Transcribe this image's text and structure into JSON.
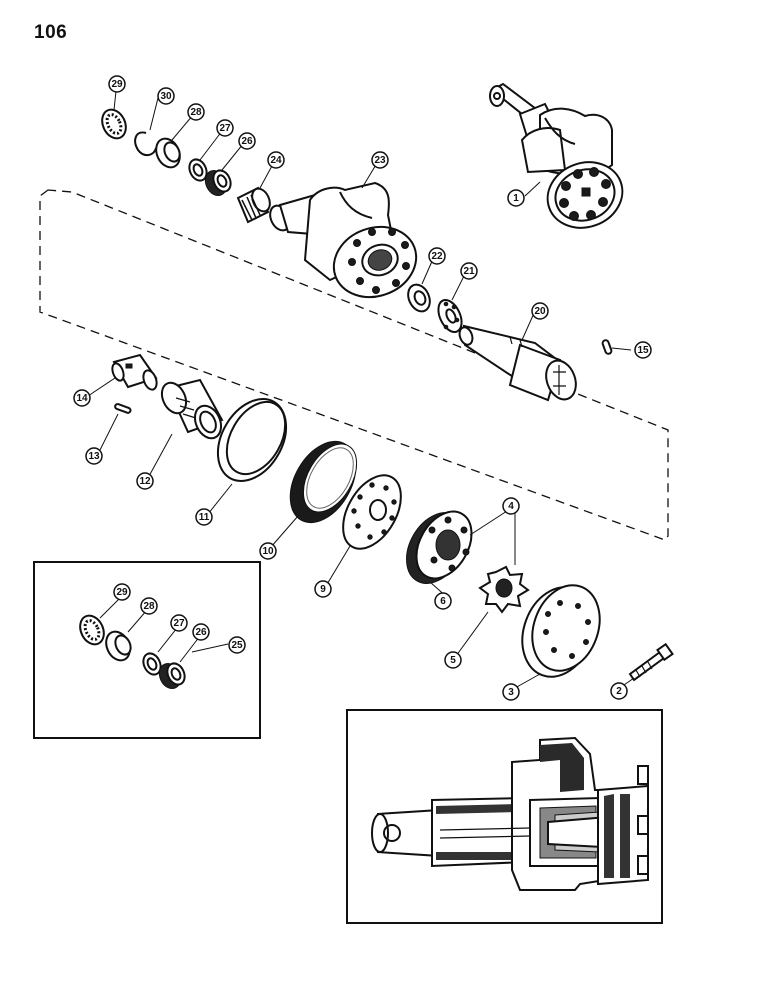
{
  "page": {
    "number": "106"
  },
  "callouts": [
    {
      "id": "c1",
      "label": "1"
    },
    {
      "id": "c2",
      "label": "2"
    },
    {
      "id": "c3",
      "label": "3"
    },
    {
      "id": "c4",
      "label": "4"
    },
    {
      "id": "c5",
      "label": "5"
    },
    {
      "id": "c6",
      "label": "6"
    },
    {
      "id": "c9",
      "label": "9"
    },
    {
      "id": "c10",
      "label": "10"
    },
    {
      "id": "c11",
      "label": "11"
    },
    {
      "id": "c12",
      "label": "12"
    },
    {
      "id": "c13",
      "label": "13"
    },
    {
      "id": "c14",
      "label": "14"
    },
    {
      "id": "c15",
      "label": "15"
    },
    {
      "id": "c20",
      "label": "20"
    },
    {
      "id": "c21",
      "label": "21"
    },
    {
      "id": "c22",
      "label": "22"
    },
    {
      "id": "c23",
      "label": "23"
    },
    {
      "id": "c24",
      "label": "24"
    },
    {
      "id": "c26",
      "label": "26"
    },
    {
      "id": "c27",
      "label": "27"
    },
    {
      "id": "c28",
      "label": "28"
    },
    {
      "id": "c29",
      "label": "29"
    },
    {
      "id": "c30",
      "label": "30"
    },
    {
      "id": "k25",
      "label": "25"
    },
    {
      "id": "k29",
      "label": "29"
    },
    {
      "id": "k28",
      "label": "28"
    },
    {
      "id": "k27",
      "label": "27"
    },
    {
      "id": "k26",
      "label": "26"
    }
  ]
}
